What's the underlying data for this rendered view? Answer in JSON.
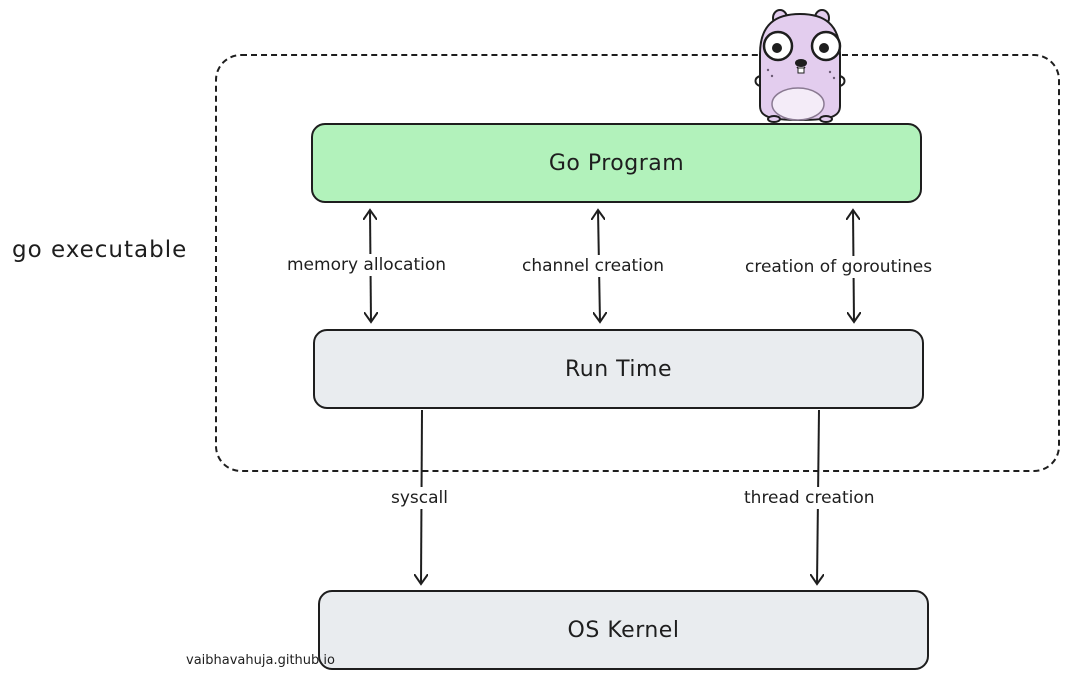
{
  "diagram": {
    "outer_label": "go executable",
    "boxes": {
      "go_program": "Go Program",
      "run_time": "Run Time",
      "os_kernel": "OS Kernel"
    },
    "edges": {
      "memory_allocation": "memory allocation",
      "channel_creation": "channel creation",
      "creation_of_goroutines": "creation of goroutines",
      "syscall": "syscall",
      "thread_creation": "thread creation"
    },
    "credit": "vaibhavahuja.github.io"
  },
  "colors": {
    "go_program_fill": "#b2f2bb",
    "box_fill": "#e9ecef",
    "stroke": "#1e1e1e",
    "gopher_body": "#e3cdee"
  },
  "icons": {
    "mascot": "gopher-icon"
  }
}
